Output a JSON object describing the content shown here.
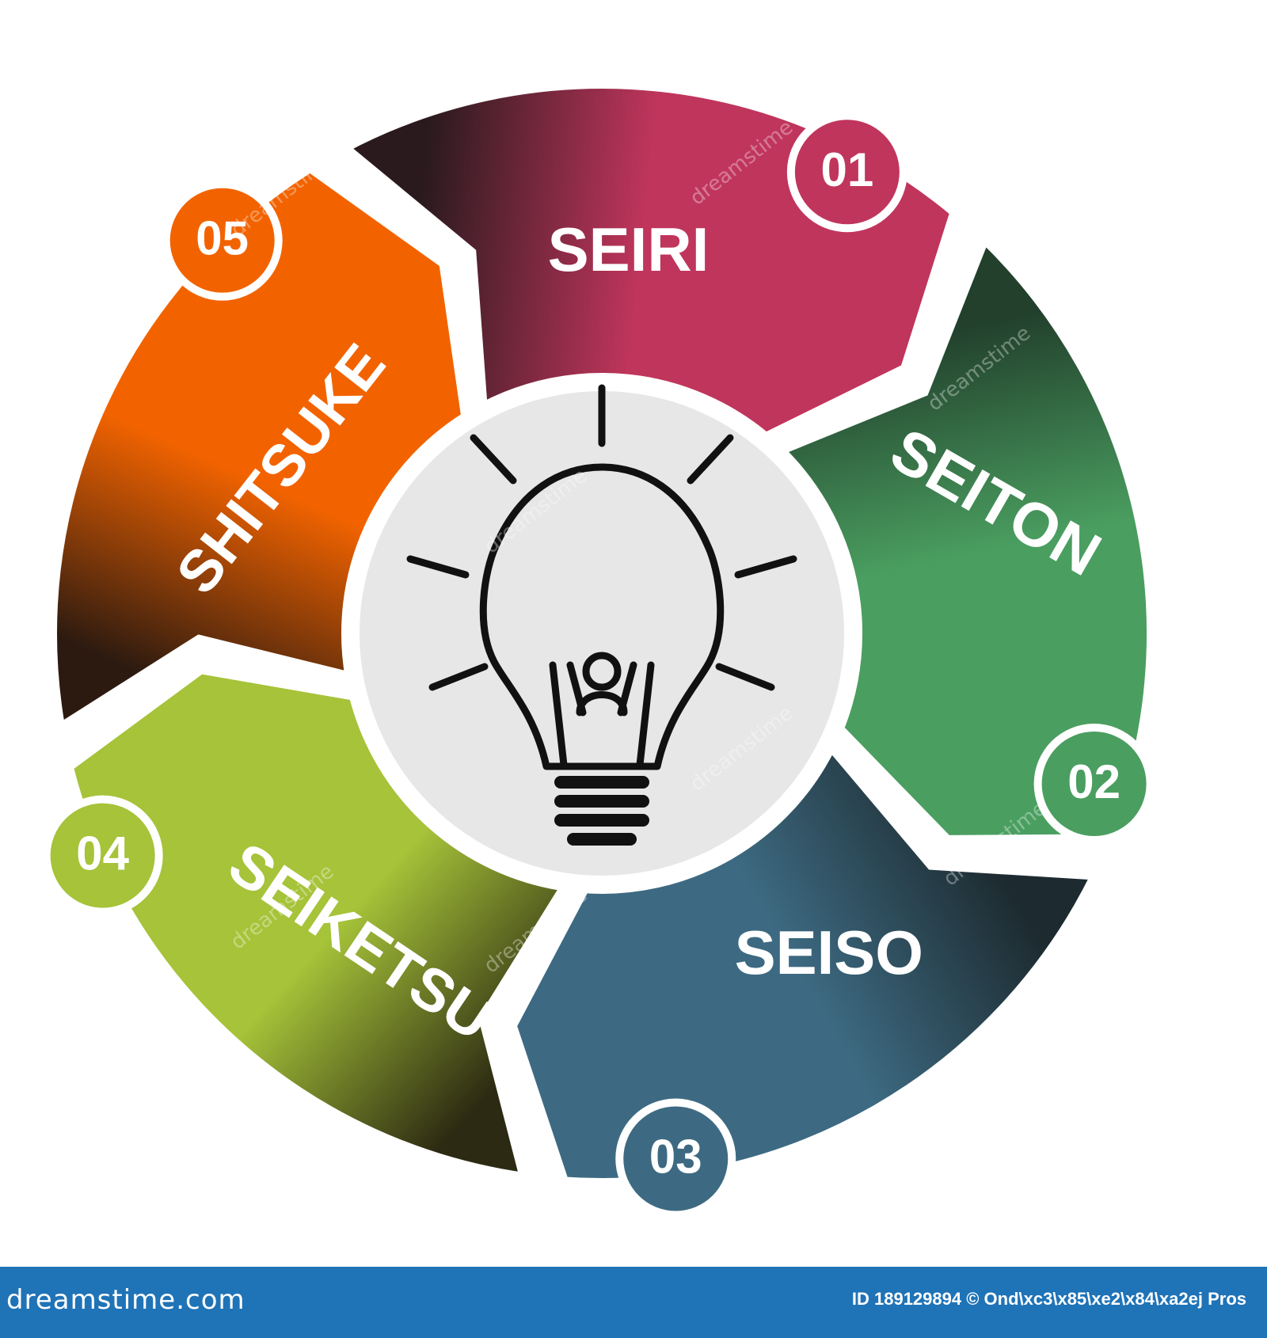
{
  "steps": [
    {
      "label": "SEIRI",
      "number": "01",
      "color": "#c0355c",
      "dark": "#2a1a1e"
    },
    {
      "label": "SEITON",
      "number": "02",
      "color": "#4a9e60",
      "dark": "#22402c"
    },
    {
      "label": "SEISO",
      "number": "03",
      "color": "#3d6a82",
      "dark": "#1d2b30"
    },
    {
      "label": "SEIKETSU",
      "number": "04",
      "color": "#a6c339",
      "dark": "#2c2a12"
    },
    {
      "label": "SHITSUKE",
      "number": "05",
      "color": "#f26300",
      "dark": "#2c1a10"
    }
  ],
  "center": {
    "icon": "lightbulb-icon",
    "bg": "#e7e7e7"
  },
  "watermark": {
    "text": "dreamstime"
  },
  "footer": {
    "site": "dreamstime.com",
    "credit": "ID 189129894 © Ond\\xc3\\x85\\xe2\\x84\\xa2ej Pros",
    "bg": "#1f73b7"
  }
}
